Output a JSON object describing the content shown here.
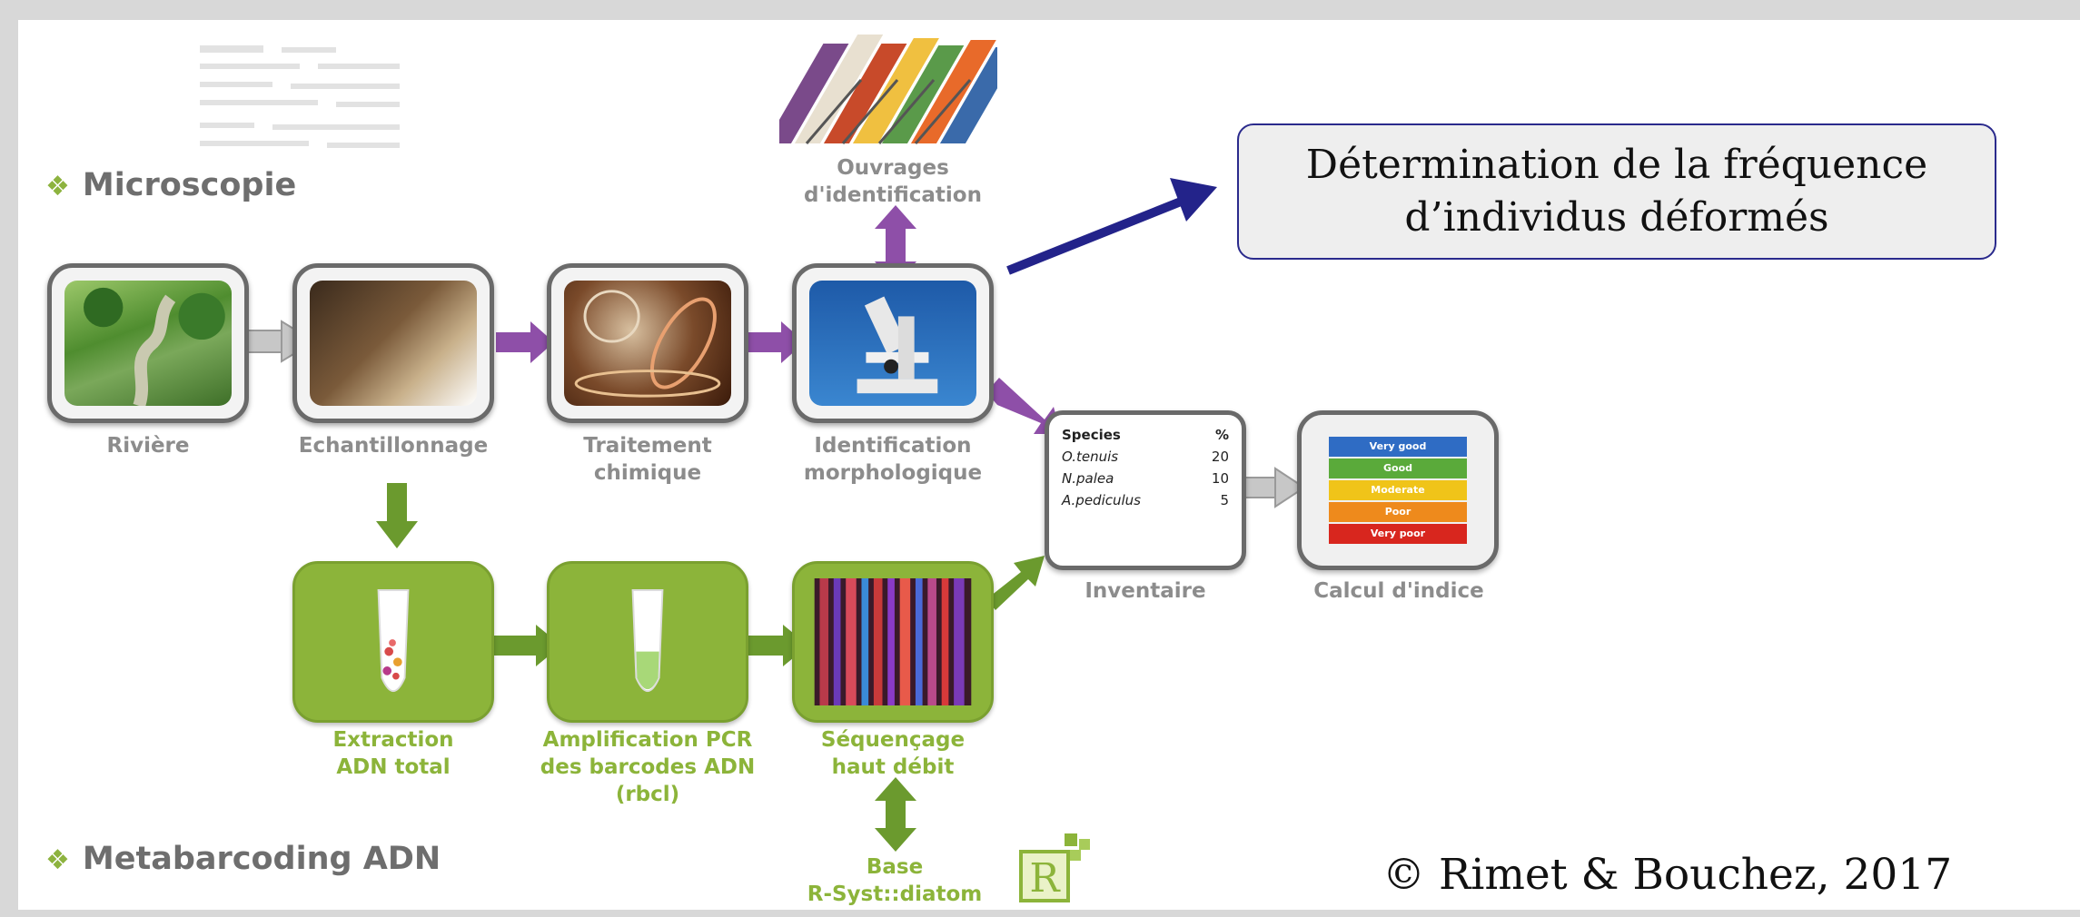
{
  "sections": {
    "microscopy": "Microscopie",
    "metabarcoding": "Metabarcoding ADN"
  },
  "nodes": {
    "riviere": "Rivière",
    "echantillonnage": "Echantillonnage",
    "traitement": "Traitement\nchimique",
    "identification": "Identification\nmorphologique",
    "ouvrages": "Ouvrages\nd'identification",
    "inventaire": "Inventaire",
    "calcul": "Calcul d'indice",
    "extraction": "Extraction\nADN total",
    "amplification": "Amplification PCR\ndes barcodes ADN\n(rbcl)",
    "sequencage": "Séquençage\nhaut débit",
    "base": "Base\nR-Syst::diatom"
  },
  "inventory_table": {
    "headers": [
      "Species",
      "%"
    ],
    "rows": [
      [
        "O.tenuis",
        "20"
      ],
      [
        "N.palea",
        "10"
      ],
      [
        "A.pediculus",
        "5"
      ]
    ]
  },
  "index_bands": [
    {
      "label": "Very good",
      "color": "#2f6cc4"
    },
    {
      "label": "Good",
      "color": "#5aaa3a"
    },
    {
      "label": "Moderate",
      "color": "#f0c419"
    },
    {
      "label": "Poor",
      "color": "#ee8a1c"
    },
    {
      "label": "Very poor",
      "color": "#d8261e"
    }
  ],
  "callout": "Détermination de la fréquence\nd’individus déformés",
  "copyright": "© Rimet & Bouchez, 2017",
  "colors": {
    "purple_arrow": "#8e4fa8",
    "green_arrow": "#6b9a2e",
    "gray_arrow": "#bdbdbd",
    "callout_arrow": "#23238a",
    "green_node": "#8cb43a"
  }
}
